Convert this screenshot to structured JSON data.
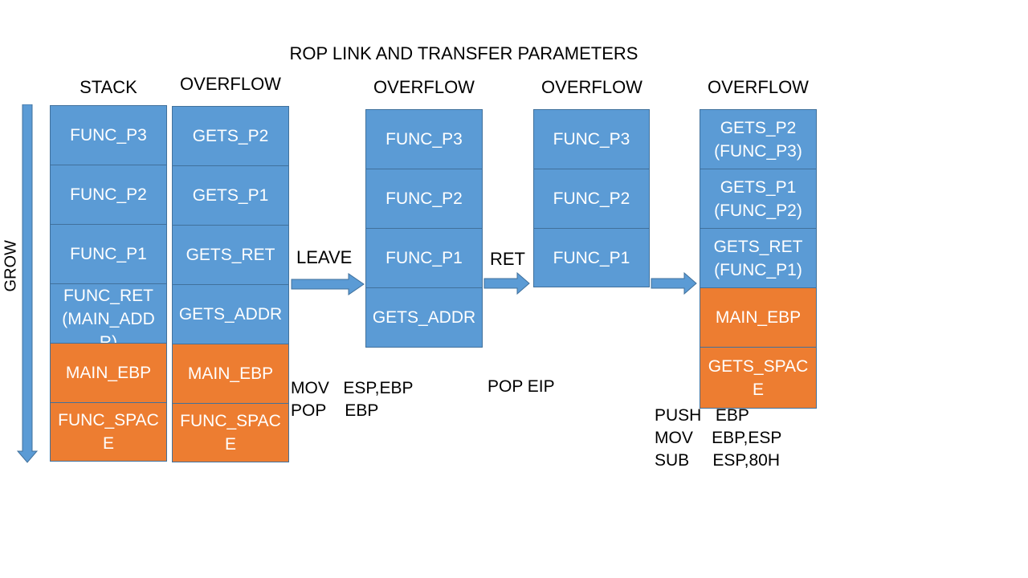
{
  "title": "ROP LINK AND TRANSFER PARAMETERS",
  "grow_label": "GROW",
  "colors": {
    "blue": "#5b9bd5",
    "orange": "#ed7d31",
    "border": "#41719c"
  },
  "columns": [
    {
      "header": "STACK",
      "cells": [
        {
          "text": "FUNC_P3",
          "color": "blue"
        },
        {
          "text": "FUNC_P2",
          "color": "blue"
        },
        {
          "text": "FUNC_P1",
          "color": "blue"
        },
        {
          "text": "FUNC_RET\n(MAIN_ADD\nR)",
          "color": "blue"
        },
        {
          "text": "MAIN_EBP",
          "color": "orange"
        },
        {
          "text": "FUNC_SPAC\nE",
          "color": "orange"
        }
      ]
    },
    {
      "header": "OVERFLOW",
      "cells": [
        {
          "text": "GETS_P2",
          "color": "blue"
        },
        {
          "text": "GETS_P1",
          "color": "blue"
        },
        {
          "text": "GETS_RET",
          "color": "blue"
        },
        {
          "text": "GETS_ADDR",
          "color": "blue"
        },
        {
          "text": "MAIN_EBP",
          "color": "orange"
        },
        {
          "text": "FUNC_SPAC\nE",
          "color": "orange"
        }
      ]
    },
    {
      "header": "OVERFLOW",
      "cells": [
        {
          "text": "FUNC_P3",
          "color": "blue"
        },
        {
          "text": "FUNC_P2",
          "color": "blue"
        },
        {
          "text": "FUNC_P1",
          "color": "blue"
        },
        {
          "text": "GETS_ADDR",
          "color": "blue"
        }
      ]
    },
    {
      "header": "OVERFLOW",
      "cells": [
        {
          "text": "FUNC_P3",
          "color": "blue"
        },
        {
          "text": "FUNC_P2",
          "color": "blue"
        },
        {
          "text": "FUNC_P1",
          "color": "blue"
        }
      ]
    },
    {
      "header": "OVERFLOW",
      "cells": [
        {
          "text": "GETS_P2\n(FUNC_P3)",
          "color": "blue"
        },
        {
          "text": "GETS_P1\n(FUNC_P2)",
          "color": "blue"
        },
        {
          "text": "GETS_RET\n(FUNC_P1)",
          "color": "blue"
        },
        {
          "text": "MAIN_EBP",
          "color": "orange"
        },
        {
          "text": "GETS_SPAC\nE",
          "color": "orange"
        }
      ]
    }
  ],
  "transitions": [
    {
      "label": "LEAVE",
      "instructions": "MOV   ESP,EBP\nPOP    EBP"
    },
    {
      "label": "RET",
      "instructions": "POP EIP"
    },
    {
      "label": "",
      "instructions": "PUSH   EBP\nMOV    EBP,ESP\nSUB     ESP,80H"
    }
  ]
}
